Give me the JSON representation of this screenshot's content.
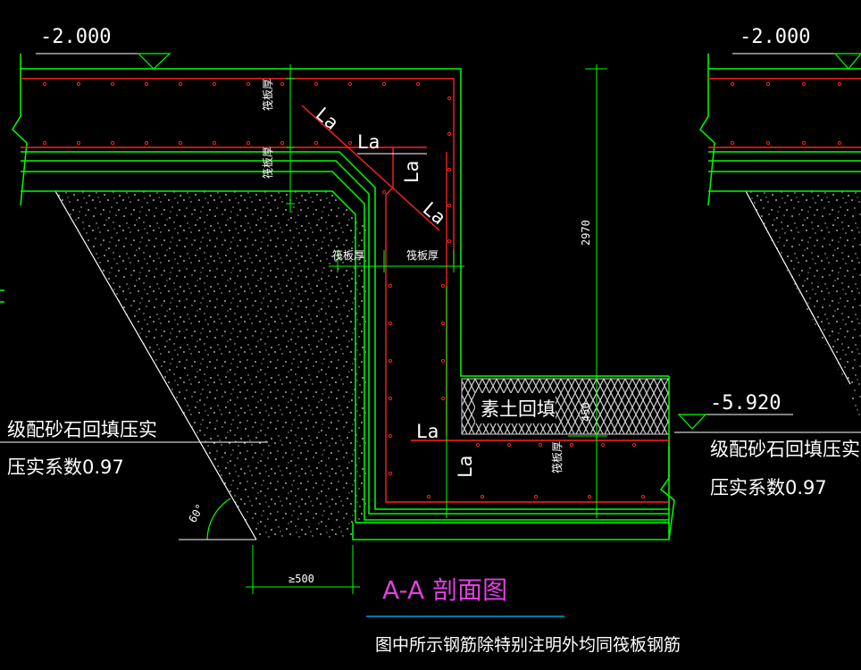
{
  "elevations": {
    "top_left": "-2.000",
    "top_right": "-2.000",
    "pit_bottom": "-5.920"
  },
  "labels": {
    "raft_thickness": "筏板厚",
    "anchorage": "La",
    "pit_depth": "2970",
    "backfill_plain_soil": "素土回填",
    "backfill_dim": "450",
    "gravel_backfill_line1": "级配砂石回填压实",
    "gravel_backfill_line2": "压实系数0.97",
    "slope_angle": "60°",
    "min_width": "≥500"
  },
  "title": "A-A 剖面图",
  "note": "图中所示钢筋除特别注明外均同筏板钢筋",
  "colors": {
    "background": "#000000",
    "concrete_edge": "#00ff00",
    "rebar": "#ff2020",
    "text": "#ffffff",
    "title": "#e040e0",
    "underline": "#00c0ff"
  }
}
